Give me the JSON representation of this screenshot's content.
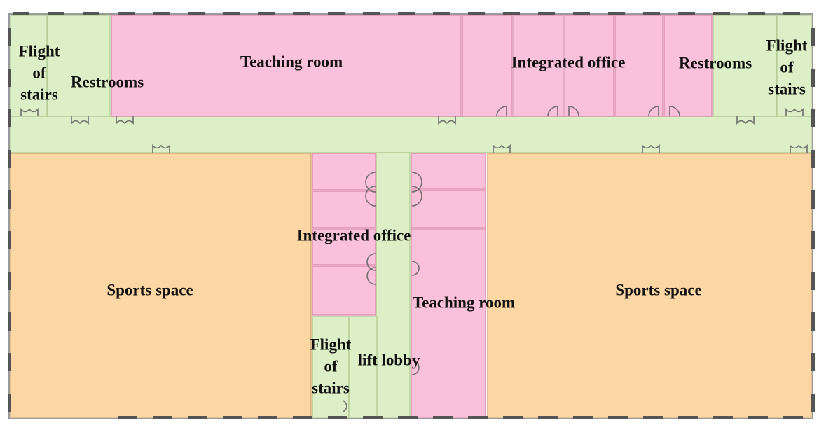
{
  "colors": {
    "circulation": "#dcefc6",
    "circulation_edge": "#b6cf98",
    "teaching": "#fbc1da",
    "teaching_edge": "#df92b0",
    "sports": "#fdd7a3",
    "sports_edge": "#d8ac72",
    "outer_wall": "#555555",
    "door": "#6e6e6e"
  },
  "rooms": {
    "stairs_nw": [
      "Flight",
      "of",
      "stairs"
    ],
    "restrooms_w": "Restrooms",
    "teaching_top": "Teaching room",
    "office_top": "Integrated office",
    "restrooms_e": "Restrooms",
    "stairs_ne": [
      "Flight",
      "of",
      "stairs"
    ],
    "office_center": "Integrated office",
    "sports_w": "Sports space",
    "sports_e": "Sports space",
    "teaching_center": "Teaching room",
    "stairs_center": [
      "Flight",
      "of",
      "stairs"
    ],
    "lift_lobby": "lift lobby"
  }
}
